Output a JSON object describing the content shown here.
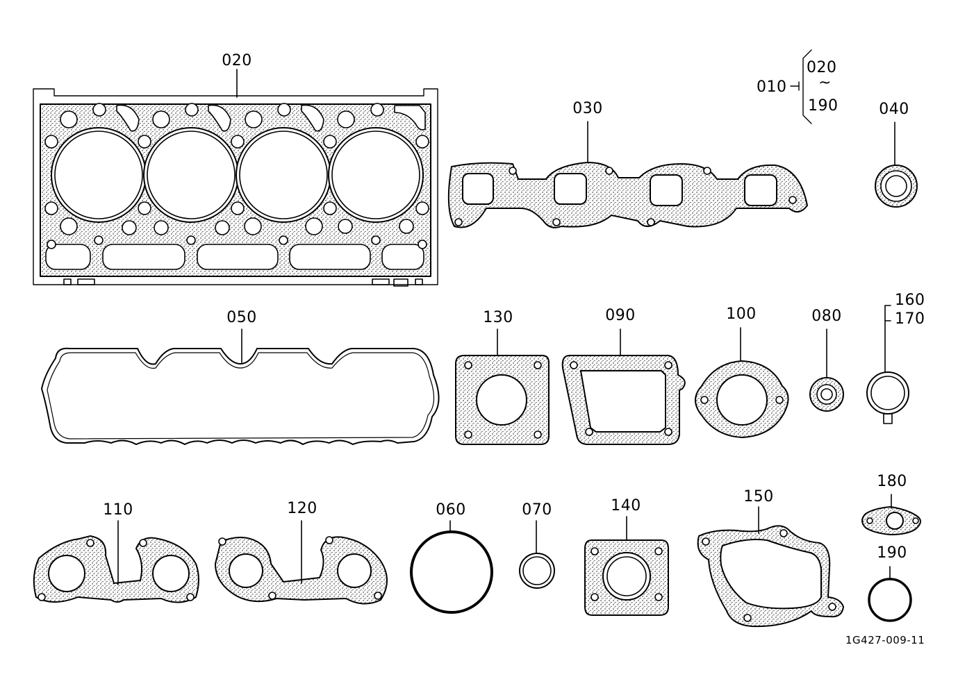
{
  "labels": {
    "p020": "020",
    "p030": "030",
    "p040": "040",
    "p050": "050",
    "p060": "060",
    "p070": "070",
    "p080": "080",
    "p090": "090",
    "p100": "100",
    "p110": "110",
    "p120": "120",
    "p130": "130",
    "p140": "140",
    "p150": "150",
    "p180": "180",
    "p190": "190",
    "kit": "010",
    "kit_from": "020",
    "kit_tilde": "~",
    "kit_to": "190",
    "pair_a": "160",
    "pair_b": "170"
  },
  "drawing_code": "1G427-009-11",
  "colors": {
    "line": "#000000",
    "paper": "#ffffff",
    "stipple": "#000000"
  }
}
